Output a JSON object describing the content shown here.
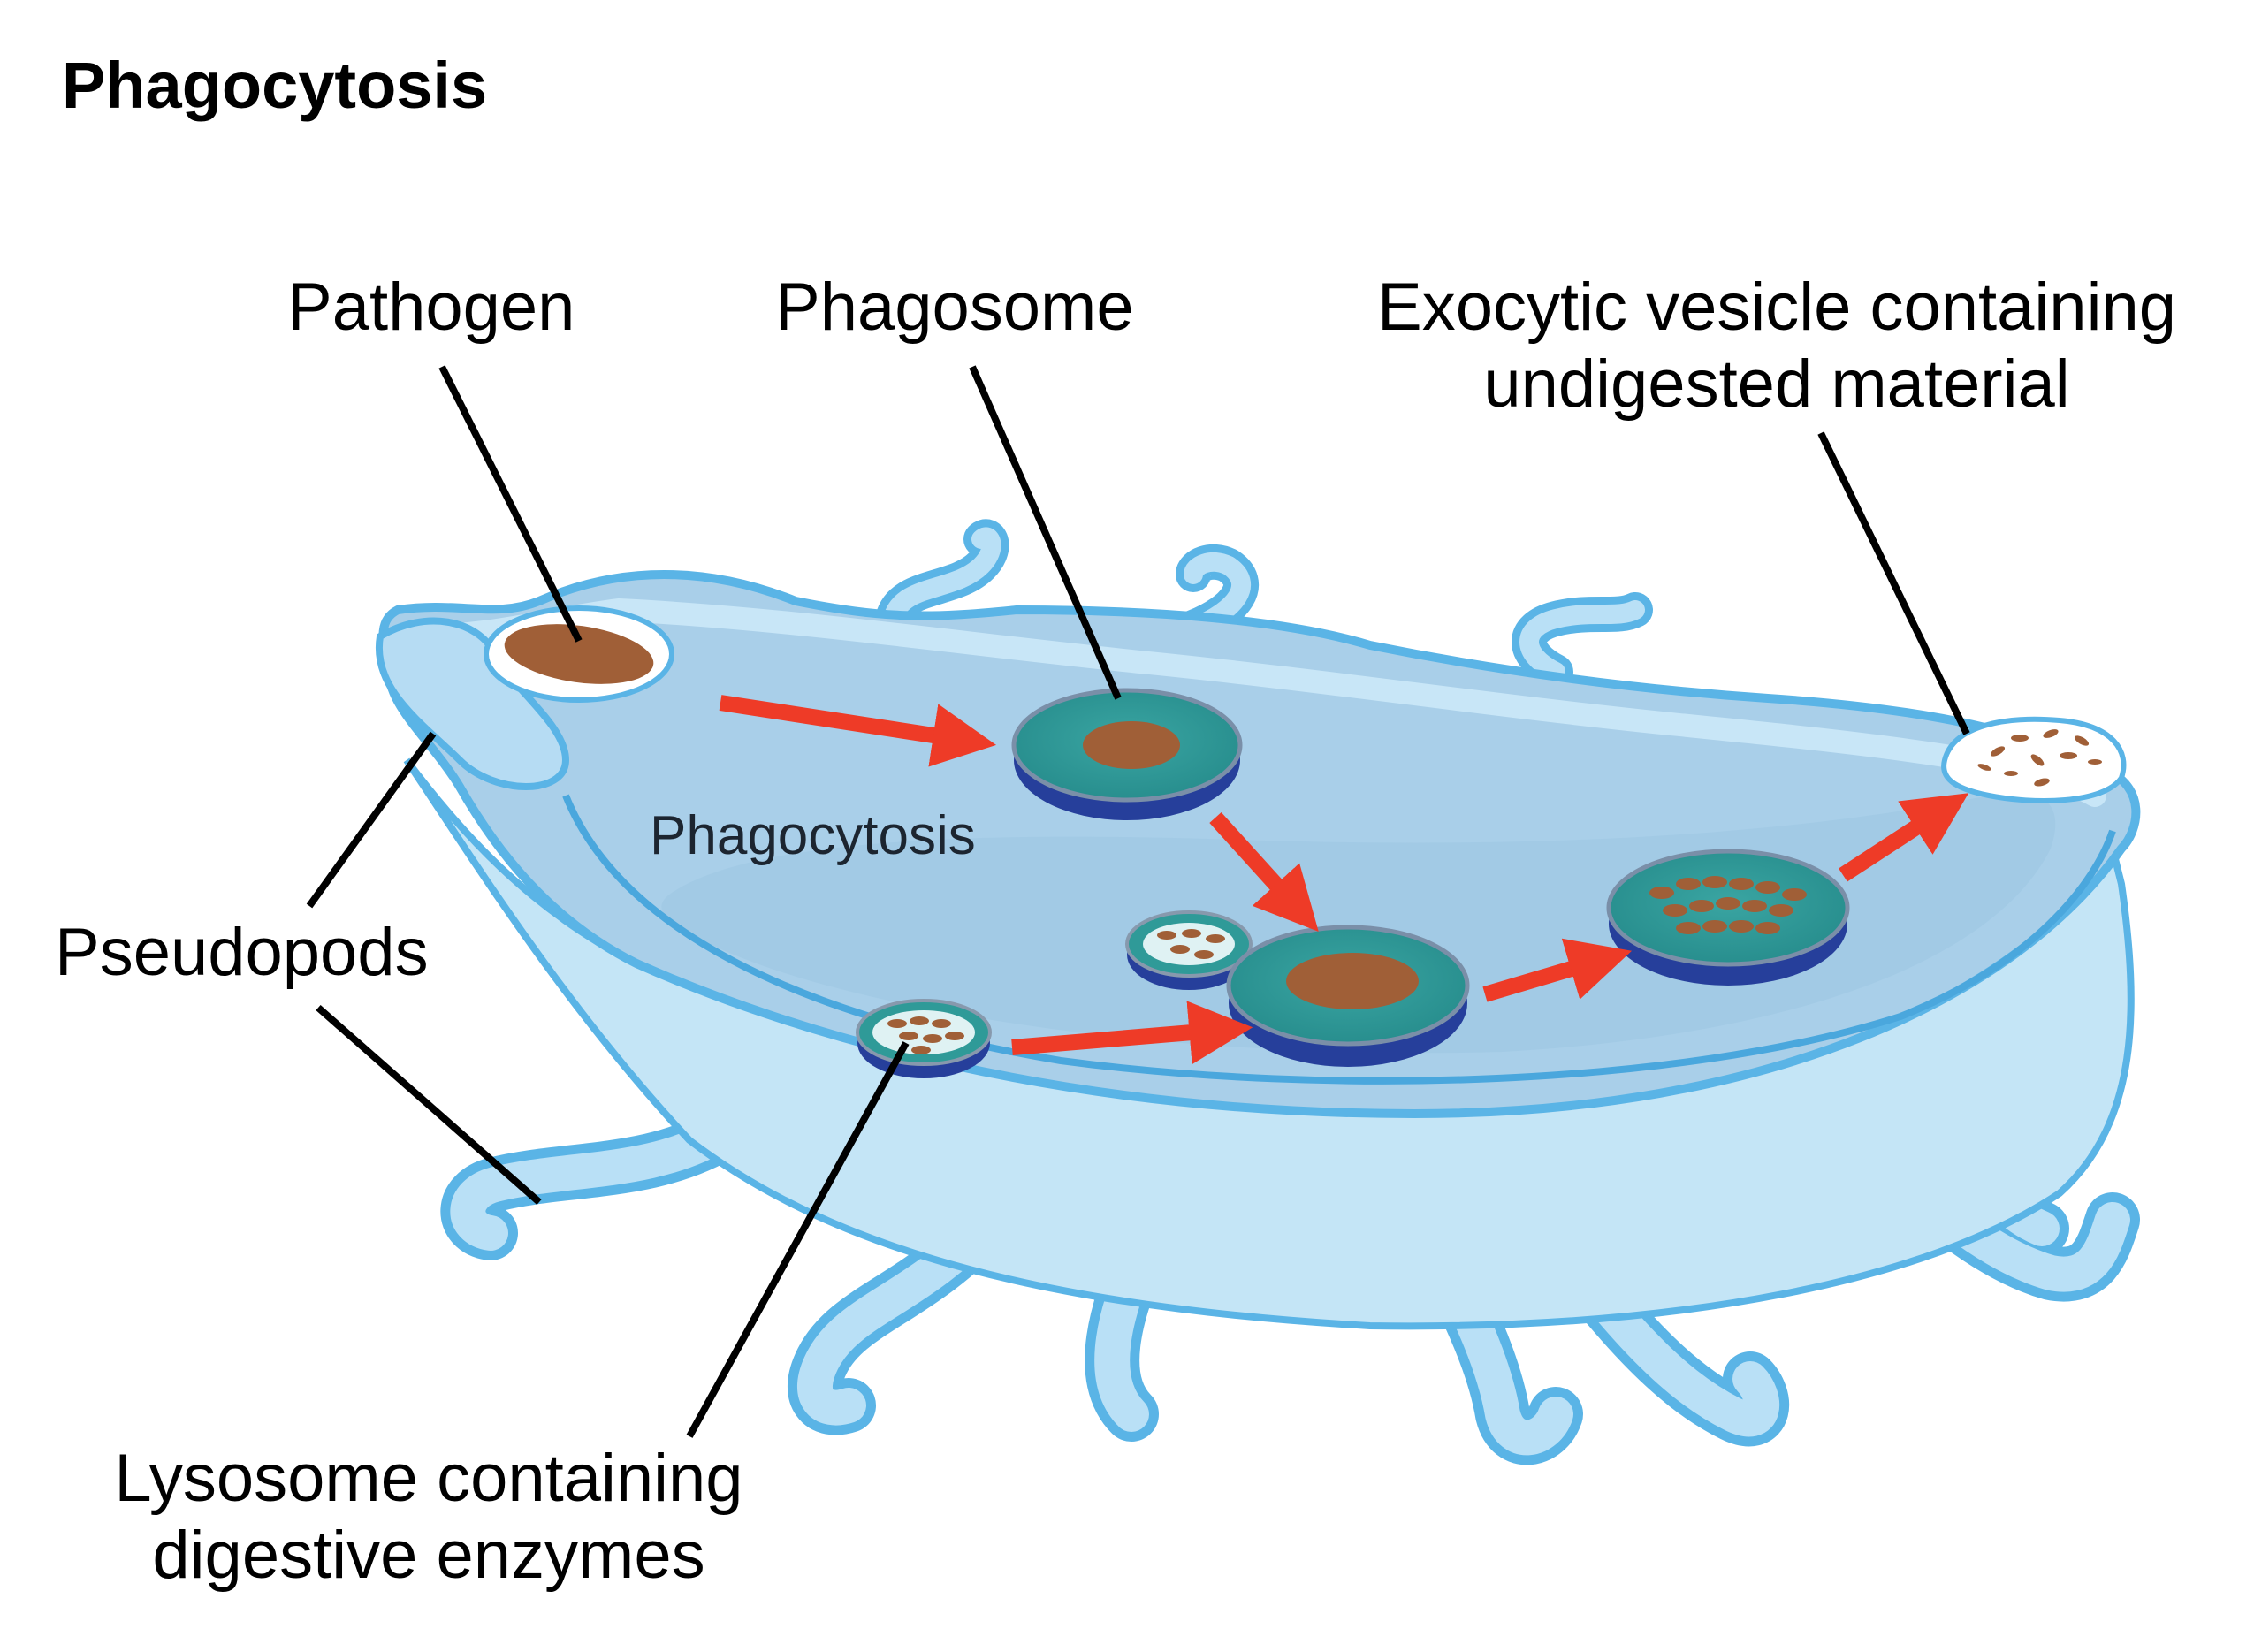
{
  "title": "Phagocytosis",
  "labels": {
    "pathogen": "Pathogen",
    "phagosome": "Phagosome",
    "exocytic_line1": "Exocytic vesicle containing",
    "exocytic_line2": "undigested material",
    "pseudopods": "Pseudopods",
    "lysosome_line1": "Lysosome containing",
    "lysosome_line2": "digestive enzymes",
    "process": "Phagocytosis"
  },
  "colors": {
    "cell_fill": "#a9cfe9",
    "cell_top": "#b9dcf2",
    "cell_edge": "#5ab4e6",
    "cell_bottom": "#bfe2f5",
    "vesicle_teal": "#2f9a98",
    "vesicle_blue": "#283f9c",
    "pathogen_brown": "#a05f37",
    "arrow_red": "#ee3b27",
    "leader_line": "#000000"
  },
  "icons": [
    "arrow-icon",
    "pathogen-icon",
    "vesicle-icon"
  ]
}
